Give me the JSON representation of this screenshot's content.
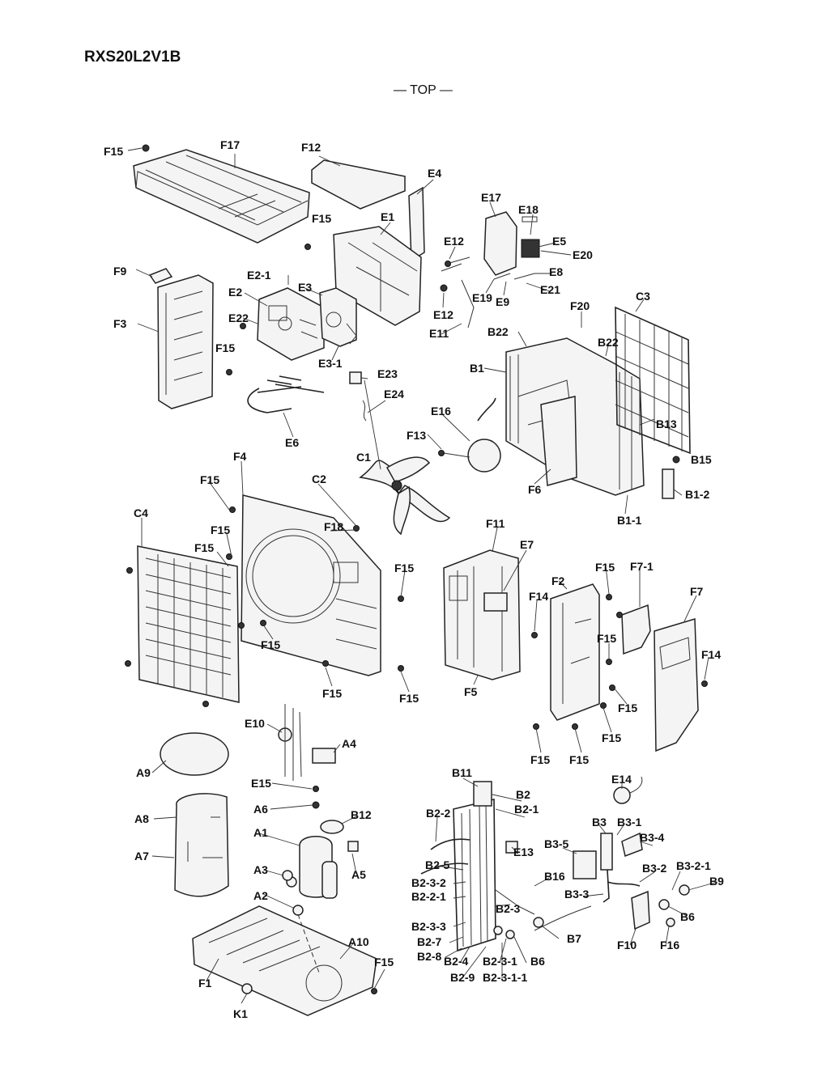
{
  "header": {
    "model": "RXS20L2V1B",
    "view_caption": "— TOP —"
  },
  "labels": {
    "F15": "F15",
    "F17": "F17",
    "F12": "F12",
    "E4": "E4",
    "E17": "E17",
    "E18": "E18",
    "E1": "E1",
    "E12": "E12",
    "E5": "E5",
    "E20": "E20",
    "E8": "E8",
    "E21": "E21",
    "E19": "E19",
    "E9": "E9",
    "E11": "E11",
    "F9": "F9",
    "E2-1": "E2-1",
    "E2": "E2",
    "E3": "E3",
    "E22": "E22",
    "F3": "F3",
    "E3-1": "E3-1",
    "E23": "E23",
    "E24": "E24",
    "E6": "E6",
    "F20": "F20",
    "C3": "C3",
    "B22": "B22",
    "B1": "B1",
    "B13": "B13",
    "B15": "B15",
    "B1-2": "B1-2",
    "B1-1": "B1-1",
    "F6": "F6",
    "E16": "E16",
    "F13": "F13",
    "C1": "C1",
    "C2": "C2",
    "F4": "F4",
    "C4": "C4",
    "F18": "F18",
    "F11": "F11",
    "E7": "E7",
    "F14": "F14",
    "F2": "F2",
    "F7-1": "F7-1",
    "F7": "F7",
    "F5": "F5",
    "E10": "E10",
    "A4": "A4",
    "A9": "A9",
    "E15": "E15",
    "A6": "A6",
    "B12": "B12",
    "A8": "A8",
    "A1": "A1",
    "A7": "A7",
    "A5": "A5",
    "A3": "A3",
    "A2": "A2",
    "A10": "A10",
    "F1": "F1",
    "K1": "K1",
    "B11": "B11",
    "B2": "B2",
    "B2-1": "B2-1",
    "B2-2": "B2-2",
    "E13": "E13",
    "B2-5": "B2-5",
    "B2-3-2": "B2-3-2",
    "B2-2-1": "B2-2-1",
    "B16": "B16",
    "B2-3": "B2-3",
    "B2-3-3": "B2-3-3",
    "B2-7": "B2-7",
    "B2-8": "B2-8",
    "B2-4": "B2-4",
    "B2-3-1": "B2-3-1",
    "B6": "B6",
    "B2-9": "B2-9",
    "B2-3-1-1": "B2-3-1-1",
    "B7": "B7",
    "E14": "E14",
    "B3": "B3",
    "B3-1": "B3-1",
    "B3-4": "B3-4",
    "B3-5": "B3-5",
    "B3-2": "B3-2",
    "B3-2-1": "B3-2-1",
    "B9": "B9",
    "B3-3": "B3-3",
    "F10": "F10",
    "F16": "F16"
  }
}
